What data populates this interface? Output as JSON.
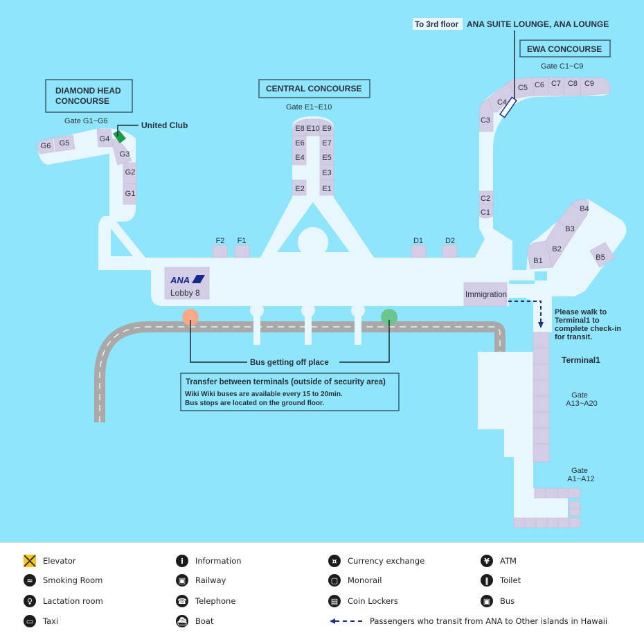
{
  "colors": {
    "water": "#8fe5fb",
    "walkway": "#e8f6fd",
    "gate": "#d3cde5",
    "road": "#a9a9a9",
    "box_border": "#2b4a5a",
    "united_club": "#1a9c4a",
    "transit_line": "#1a2f8a",
    "bus_stop_orange": "#f7a889",
    "bus_stop_green": "#6cc58f"
  },
  "concourses": {
    "diamond_head": {
      "title_line1": "DIAMOND HEAD",
      "title_line2": "CONCOURSE",
      "gate_range": "Gate G1~G6",
      "gates": [
        "G6",
        "G5",
        "G4",
        "G3",
        "G2",
        "G1"
      ],
      "lounge": "United Club"
    },
    "central": {
      "title": "CENTRAL CONCOURSE",
      "gate_range": "Gate E1~E10",
      "gates": [
        "E8",
        "E10",
        "E9",
        "E6",
        "E7",
        "E4",
        "E5",
        "E3",
        "E2",
        "E1"
      ]
    },
    "ewa": {
      "title": "EWA CONCOURSE",
      "gate_range": "Gate C1~C9",
      "gates": [
        "C3",
        "C4",
        "C5",
        "C6",
        "C7",
        "C8",
        "C9",
        "C2",
        "C1"
      ],
      "floor_note": "To 3rd floor",
      "lounge": "ANA SUITE LOUNGE, ANA LOUNGE"
    }
  },
  "main_gates": {
    "f": [
      "F2",
      "F1"
    ],
    "d": [
      "D1",
      "D2"
    ],
    "b": [
      "B1",
      "B2",
      "B3",
      "B4",
      "B5"
    ]
  },
  "lobby": {
    "airline": "ANA",
    "name": "Lobby 8"
  },
  "immigration": "Immigration",
  "transit_note": [
    "Please walk to",
    "Terminal1 to",
    "complete check-in",
    "for transit."
  ],
  "terminal1": {
    "name": "Terminal1",
    "gate_upper_line1": "Gate",
    "gate_upper_line2": "A13~A20",
    "gate_lower_line1": "Gate",
    "gate_lower_line2": "A1~A12"
  },
  "bus": {
    "label": "Bus getting off place",
    "transfer_title": "Transfer between terminals (outside of security area)",
    "transfer_line1": "Wiki Wiki buses are available every 15 to 20min.",
    "transfer_line2": "Bus stops are located on the ground floor."
  },
  "legend": {
    "items": [
      {
        "icon": "elevator-icon",
        "glyph": "",
        "label": "Elevator"
      },
      {
        "icon": "smoking-room-icon",
        "glyph": "≈",
        "label": "Smoking Room"
      },
      {
        "icon": "lactation-room-icon",
        "glyph": "♀",
        "label": "Lactation room"
      },
      {
        "icon": "taxi-icon",
        "glyph": "▭",
        "label": "Taxi"
      },
      {
        "icon": "information-icon",
        "glyph": "i",
        "label": "Information"
      },
      {
        "icon": "railway-icon",
        "glyph": "▣",
        "label": "Railway"
      },
      {
        "icon": "telephone-icon",
        "glyph": "☎",
        "label": "Telephone"
      },
      {
        "icon": "boat-icon",
        "glyph": "⛴",
        "label": "Boat"
      },
      {
        "icon": "currency-exchange-icon",
        "glyph": "¤",
        "label": "Currency exchange"
      },
      {
        "icon": "monorail-icon",
        "glyph": "▢",
        "label": "Monorail"
      },
      {
        "icon": "coin-lockers-icon",
        "glyph": "▤",
        "label": "Coin Lockers"
      },
      {
        "icon": "atm-icon",
        "glyph": "¥",
        "label": "ATM"
      },
      {
        "icon": "toilet-icon",
        "glyph": "‖",
        "label": "Toilet"
      },
      {
        "icon": "bus-icon",
        "glyph": "▣",
        "label": "Bus"
      }
    ],
    "transit_label": "Passengers who transit from ANA to Other islands in Hawaii"
  }
}
